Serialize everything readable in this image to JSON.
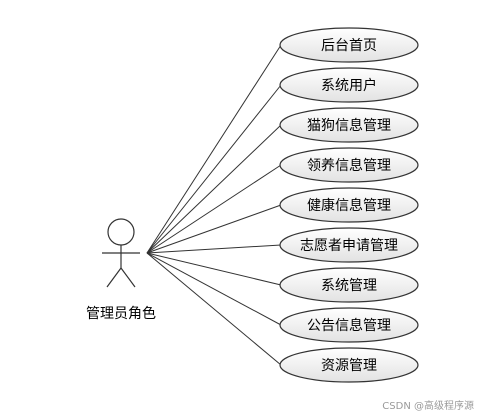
{
  "actor": {
    "label": "管理员角色"
  },
  "use_cases": [
    {
      "label": "后台首页"
    },
    {
      "label": "系统用户"
    },
    {
      "label": "猫狗信息管理"
    },
    {
      "label": "领养信息管理"
    },
    {
      "label": "健康信息管理"
    },
    {
      "label": "志愿者申请管理"
    },
    {
      "label": "系统管理"
    },
    {
      "label": "公告信息管理"
    },
    {
      "label": "资源管理"
    }
  ],
  "watermark": "CSDN @高级程序源",
  "colors": {
    "stroke": "#333333",
    "ellipse_fill_top": "#ffffff",
    "ellipse_fill_bottom": "#e2e2e2"
  }
}
